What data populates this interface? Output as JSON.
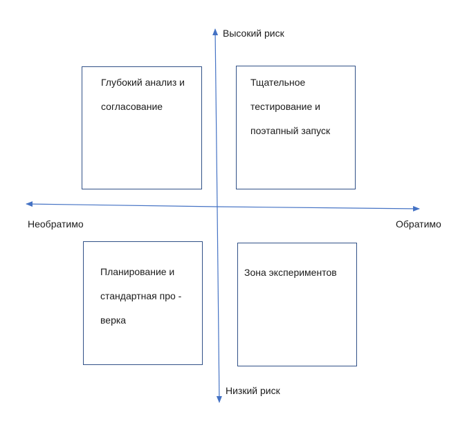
{
  "axes": {
    "top": "Высокий риск",
    "bottom": "Низкий риск",
    "left": "Необратимо",
    "right": "Обратимо",
    "color": "#4472c4"
  },
  "quadrants": {
    "top_left": {
      "lines": [
        "Глубокий анализ и",
        "согласование"
      ]
    },
    "top_right": {
      "lines": [
        "Тщательное",
        "тестирование и",
        "поэтапный запуск"
      ]
    },
    "bottom_left": {
      "lines": [
        "Планирование и",
        "стандартная про -",
        "верка"
      ]
    },
    "bottom_right": {
      "lines": [
        "Зона экспериментов"
      ]
    }
  }
}
